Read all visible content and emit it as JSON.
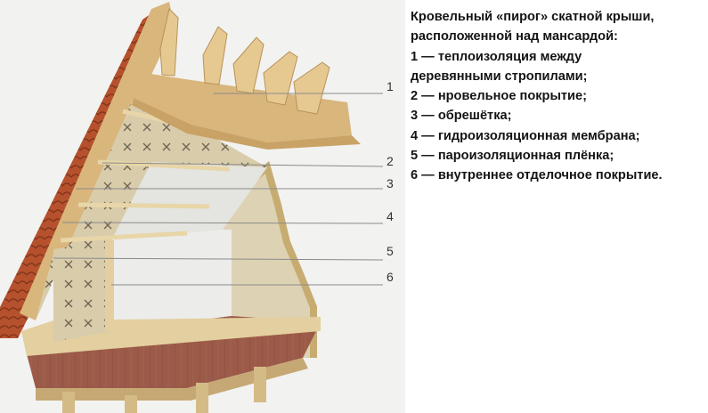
{
  "legend": {
    "title_line1": "Кровельный «пирог» скатной крыши,",
    "title_line2": "расположенной над мансардой:",
    "items": [
      "1 — теплоизоляция между",
      "деревянными стропилами;",
      "2 — нровельное покрытие;",
      "3 — обрешётка;",
      "4 — гидроизоляционная мембрана;",
      "5 — пароизоляционная плёнка;",
      "6 — внутреннее отделочное покрытие."
    ]
  },
  "callouts": [
    "1",
    "2",
    "3",
    "4",
    "5",
    "6"
  ],
  "colors": {
    "wood": "#d9b67c",
    "roof_tile": "#b5512d",
    "insulation": "#d8ccab",
    "floor": "#9c5a48",
    "wall": "#ececea",
    "leader_line": "#8a8a8a"
  }
}
